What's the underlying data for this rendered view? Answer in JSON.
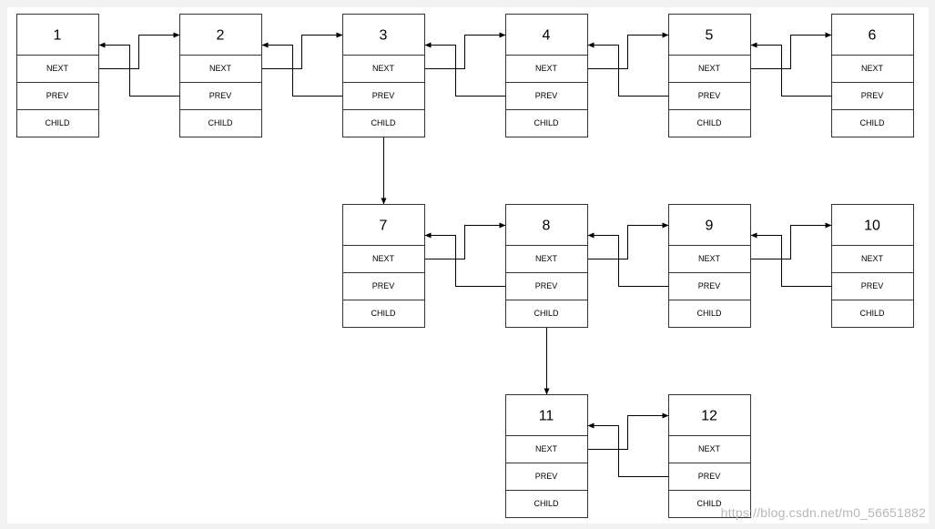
{
  "diagram": {
    "field_labels": [
      "NEXT",
      "PREV",
      "CHILD"
    ],
    "nodes": [
      {
        "id": "1",
        "label": "1"
      },
      {
        "id": "2",
        "label": "2"
      },
      {
        "id": "3",
        "label": "3"
      },
      {
        "id": "4",
        "label": "4"
      },
      {
        "id": "5",
        "label": "5"
      },
      {
        "id": "6",
        "label": "6"
      },
      {
        "id": "7",
        "label": "7"
      },
      {
        "id": "8",
        "label": "8"
      },
      {
        "id": "9",
        "label": "9"
      },
      {
        "id": "10",
        "label": "10"
      },
      {
        "id": "11",
        "label": "11"
      },
      {
        "id": "12",
        "label": "12"
      }
    ],
    "links": [
      {
        "from": "1",
        "to": "2",
        "type": "next-prev"
      },
      {
        "from": "2",
        "to": "3",
        "type": "next-prev"
      },
      {
        "from": "3",
        "to": "4",
        "type": "next-prev"
      },
      {
        "from": "4",
        "to": "5",
        "type": "next-prev"
      },
      {
        "from": "5",
        "to": "6",
        "type": "next-prev"
      },
      {
        "from": "7",
        "to": "8",
        "type": "next-prev"
      },
      {
        "from": "8",
        "to": "9",
        "type": "next-prev"
      },
      {
        "from": "9",
        "to": "10",
        "type": "next-prev"
      },
      {
        "from": "11",
        "to": "12",
        "type": "next-prev"
      },
      {
        "from": "3",
        "to": "7",
        "type": "child"
      },
      {
        "from": "8",
        "to": "11",
        "type": "child"
      }
    ]
  },
  "watermark": "https://blog.csdn.net/m0_56651882",
  "colors": {
    "line": "#000000",
    "box_stroke": "#333333",
    "background": "#f2f2f2",
    "canvas": "#ffffff"
  }
}
